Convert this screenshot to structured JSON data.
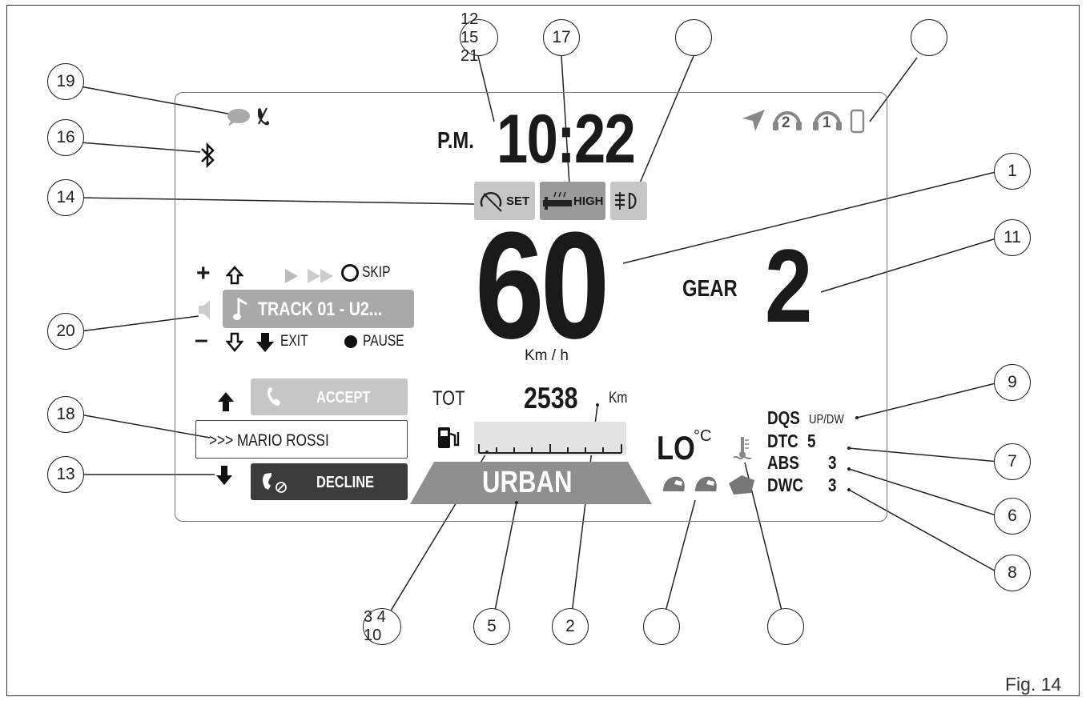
{
  "figure_label": "Fig. 14",
  "callouts": {
    "c1": "1",
    "c2": "2",
    "c3": "3 4 10",
    "c5": "5",
    "c6": "6",
    "c7": "7",
    "c8": "8",
    "c9": "9",
    "c11": "11",
    "c12": "12 15 21",
    "c17": "17",
    "c13": "13",
    "c14": "14",
    "c16": "16",
    "c18": "18",
    "c19": "19",
    "c20": "20",
    "top_empty_1": "",
    "top_empty_2": "",
    "bottom_empty_1": "",
    "bottom_empty_2": ""
  },
  "clock": {
    "meridiem": "P.M.",
    "time": "10:22"
  },
  "status_chips": {
    "cruise": "SET",
    "grip_heat": "HIGH"
  },
  "headset_badges": {
    "rider": "2",
    "passenger": "1"
  },
  "speed": {
    "value": "60",
    "unit": "Km / h"
  },
  "gear": {
    "label": "GEAR",
    "value": "2"
  },
  "media": {
    "plus": "+",
    "minus": "–",
    "skip": "SKIP",
    "track": "TRACK 01 - U2...",
    "exit": "EXIT",
    "pause": "PAUSE"
  },
  "phone": {
    "accept": "ACCEPT",
    "caller": ">>> MARIO ROSSI",
    "decline": "DECLINE"
  },
  "odometer": {
    "label": "TOT",
    "value": "2538",
    "unit": "Km"
  },
  "riding_mode": "URBAN",
  "temperature": {
    "value": "LO",
    "unit": "°C"
  },
  "settings": {
    "dqs_label": "DQS",
    "dqs_value": "UP/DW",
    "dtc_label": "DTC",
    "dtc_value": "5",
    "abs_label": "ABS",
    "abs_value": "3",
    "dwc_label": "DWC",
    "dwc_value": "3"
  },
  "icons": [
    "navigation-icon",
    "headset-2-icon",
    "headset-1-icon",
    "phone-icon",
    "message-icon",
    "mute-icon",
    "bluetooth-icon",
    "cruise-control-icon",
    "heated-grip-icon",
    "fog-light-icon",
    "volume-icon",
    "fuel-icon",
    "thermometer-icon",
    "helmet-icon",
    "road-icon",
    "call-accept-icon",
    "call-decline-icon"
  ]
}
